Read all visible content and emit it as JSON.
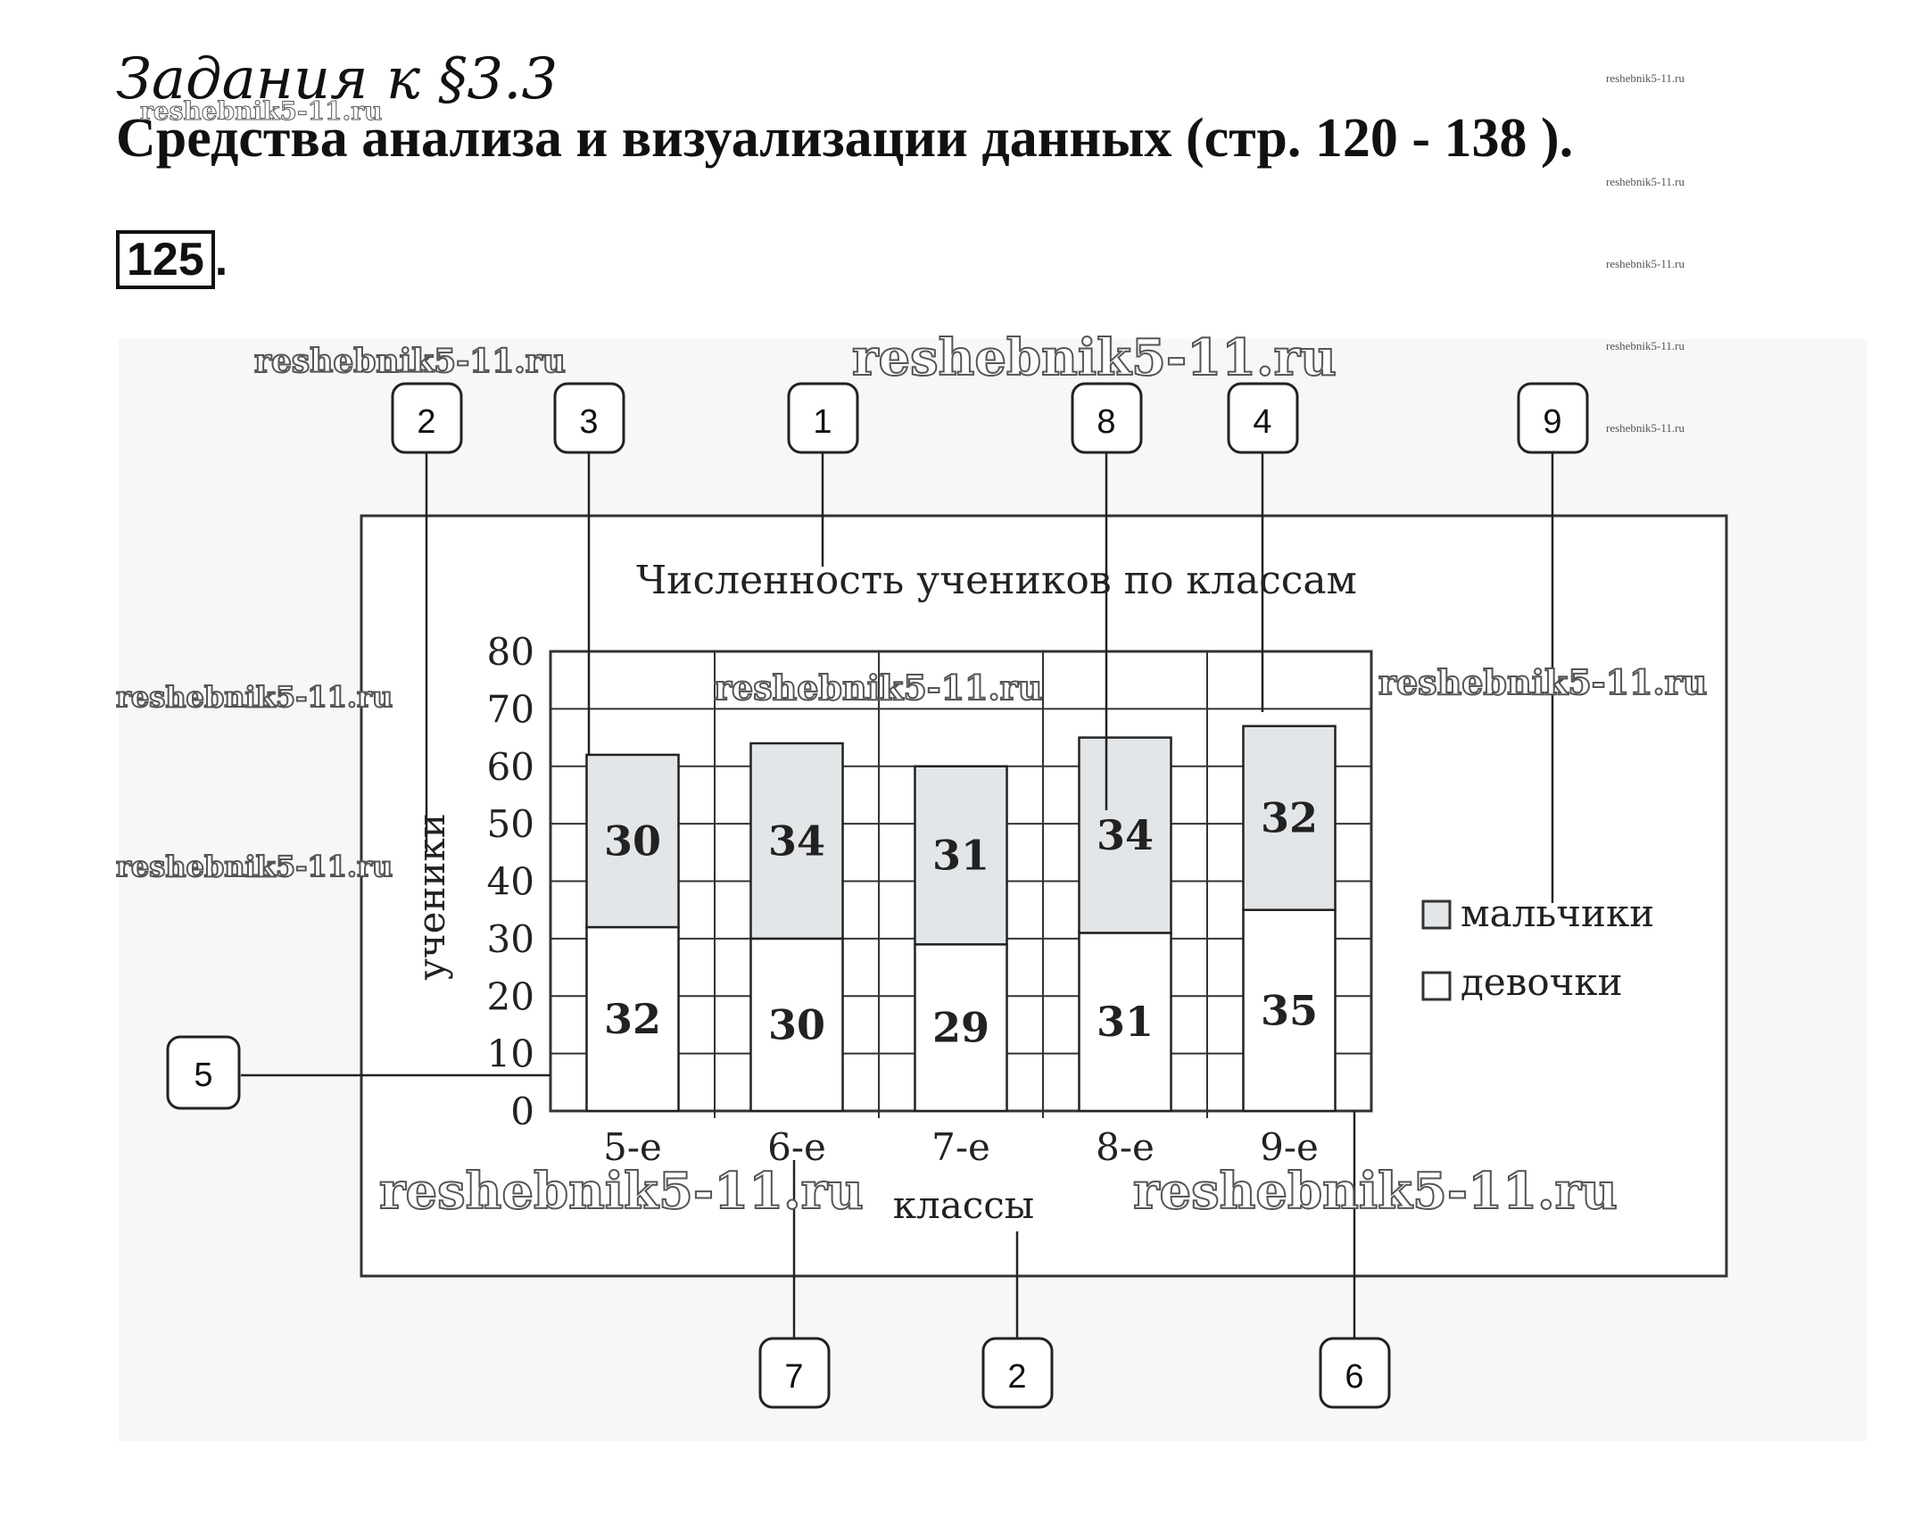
{
  "page": {
    "section_title": "Задания к §3.3",
    "heading": "Средства анализа и визуализации данных  (стр. 120 - 138 ).",
    "task_number": "125",
    "task_number_suffix": ".",
    "watermark": "reshebnik5-11.ru"
  },
  "callouts": [
    "2",
    "3",
    "1",
    "8",
    "4",
    "9",
    "5",
    "7",
    "2",
    "6"
  ],
  "chart_data": {
    "type": "stacked-bar",
    "title": "Численность учеников по классам",
    "xlabel": "классы",
    "ylabel": "ученики",
    "categories": [
      "5-е",
      "6-е",
      "7-е",
      "8-е",
      "9-е"
    ],
    "ylim": [
      0,
      80
    ],
    "yticks": [
      0,
      10,
      20,
      30,
      40,
      50,
      60,
      70,
      80
    ],
    "series": [
      {
        "name": "девочки",
        "values": [
          32,
          30,
          29,
          31,
          35
        ],
        "color": "#ffffff"
      },
      {
        "name": "мальчики",
        "values": [
          30,
          34,
          31,
          34,
          32
        ],
        "color": "#e3e6e8"
      }
    ],
    "legend": [
      "мальчики",
      "девочки"
    ],
    "legend_position": "right",
    "grid": true
  }
}
